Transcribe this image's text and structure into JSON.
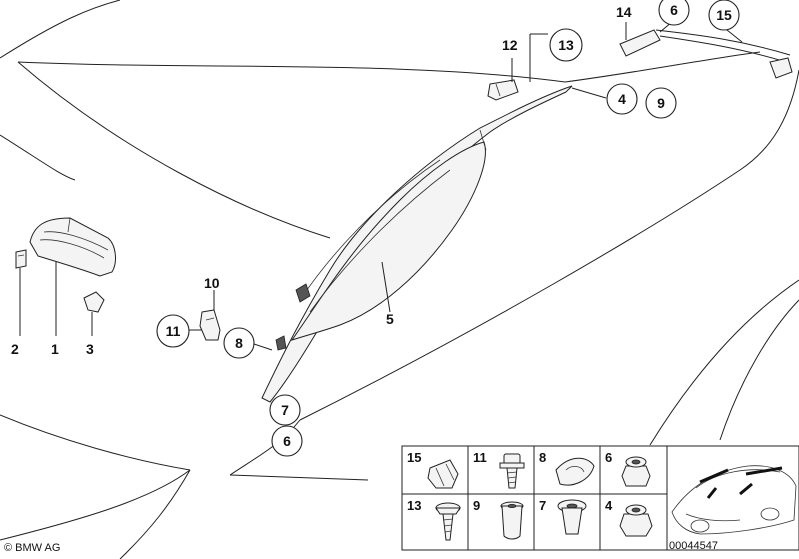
{
  "callouts": {
    "c1": "1",
    "c2": "2",
    "c3": "3",
    "c4": "4",
    "c5": "5",
    "c6_top": "6",
    "c6_bottom": "6",
    "c7": "7",
    "c8": "8",
    "c9": "9",
    "c10": "10",
    "c11": "11",
    "c12": "12",
    "c13": "13",
    "c14": "14",
    "c15": "15"
  },
  "legend": {
    "cells": [
      "15",
      "11",
      "8",
      "6",
      "13",
      "9",
      "7",
      "4"
    ]
  },
  "footer": {
    "copyright": "© BMW AG",
    "diagram_number": "00044547"
  }
}
